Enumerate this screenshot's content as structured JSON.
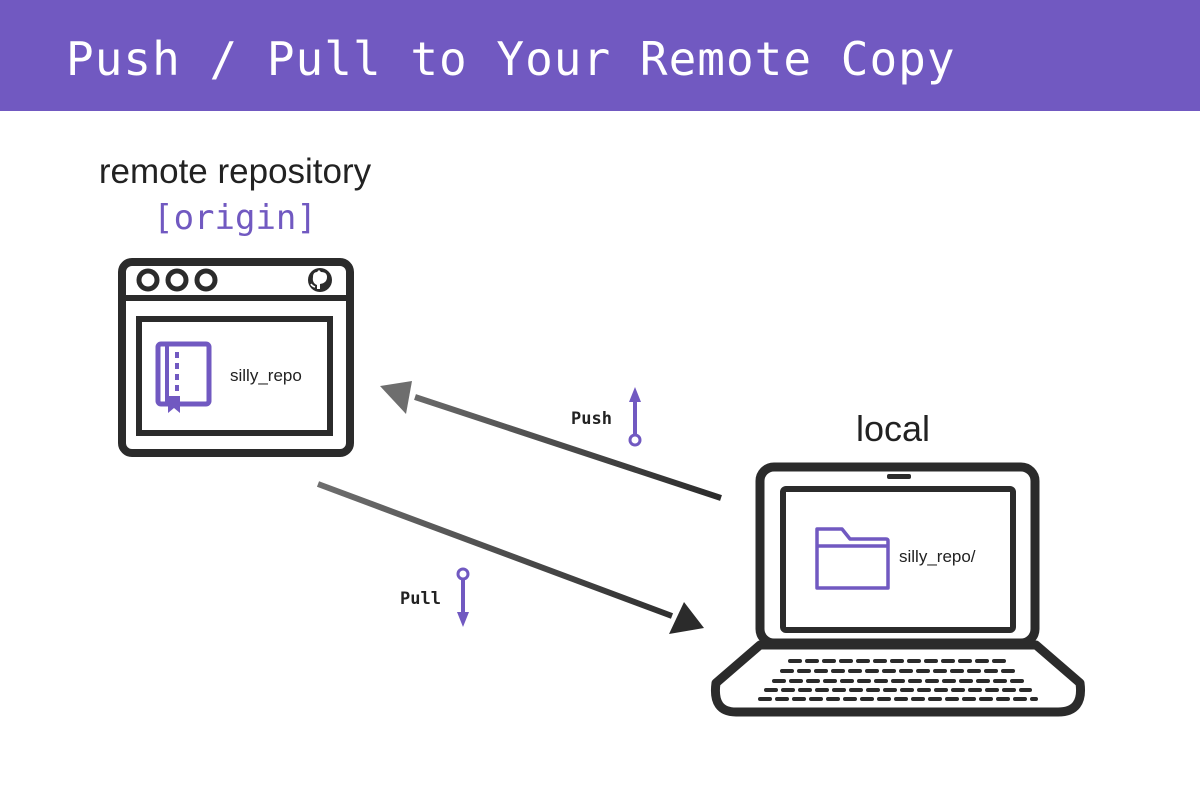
{
  "header": {
    "title": "Push / Pull to Your Remote Copy"
  },
  "remote": {
    "label": "remote repository",
    "alias": "[origin]",
    "repo_name": "silly_repo",
    "icons": [
      "window-dots-icon",
      "github-icon",
      "repo-book-icon"
    ]
  },
  "local": {
    "label": "local",
    "folder_name": "silly_repo/",
    "icons": [
      "laptop-icon",
      "folder-icon"
    ]
  },
  "actions": {
    "push_label": "Push",
    "pull_label": "Pull"
  },
  "colors": {
    "accent": "#7159c1",
    "ink": "#2b2b2b",
    "background": "#ffffff"
  }
}
